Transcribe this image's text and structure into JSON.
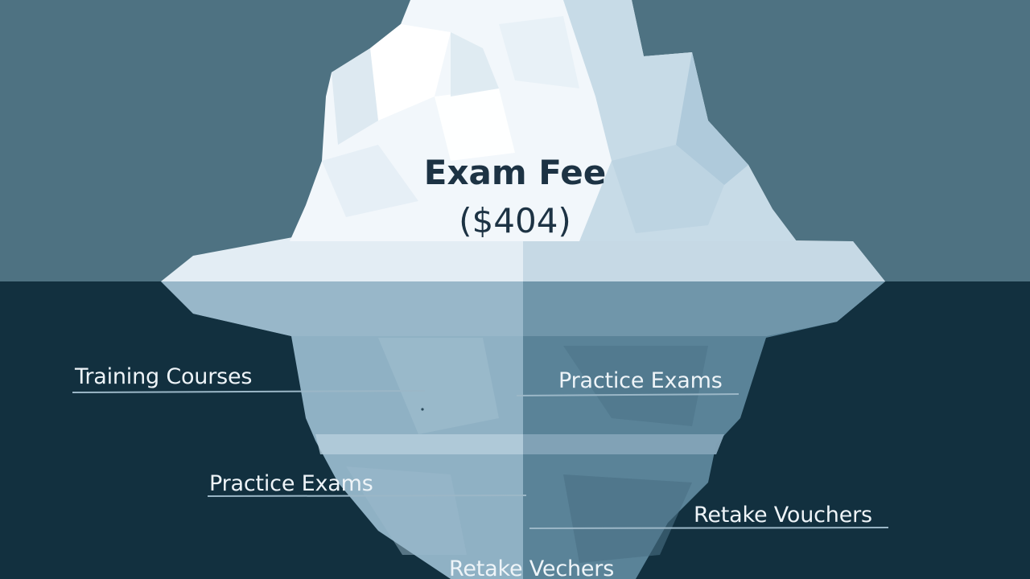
{
  "iceberg": {
    "tip": {
      "title": "Exam Fee",
      "value": "($404)"
    },
    "hidden_costs": [
      {
        "label": "Training Courses"
      },
      {
        "label": "Practice Exams"
      },
      {
        "label": "Practice Exams"
      },
      {
        "label": "Retake Vouchers"
      },
      {
        "label": "Retake Vechers"
      }
    ]
  },
  "colors": {
    "sky": "#4e7282",
    "water": "#12303f",
    "ice_light": "#ffffff",
    "ice_shadow": "#a9c6d8",
    "ice_underwater": "#7fa3b7",
    "label_text": "#eef4f8",
    "title_text": "#1d3344"
  }
}
